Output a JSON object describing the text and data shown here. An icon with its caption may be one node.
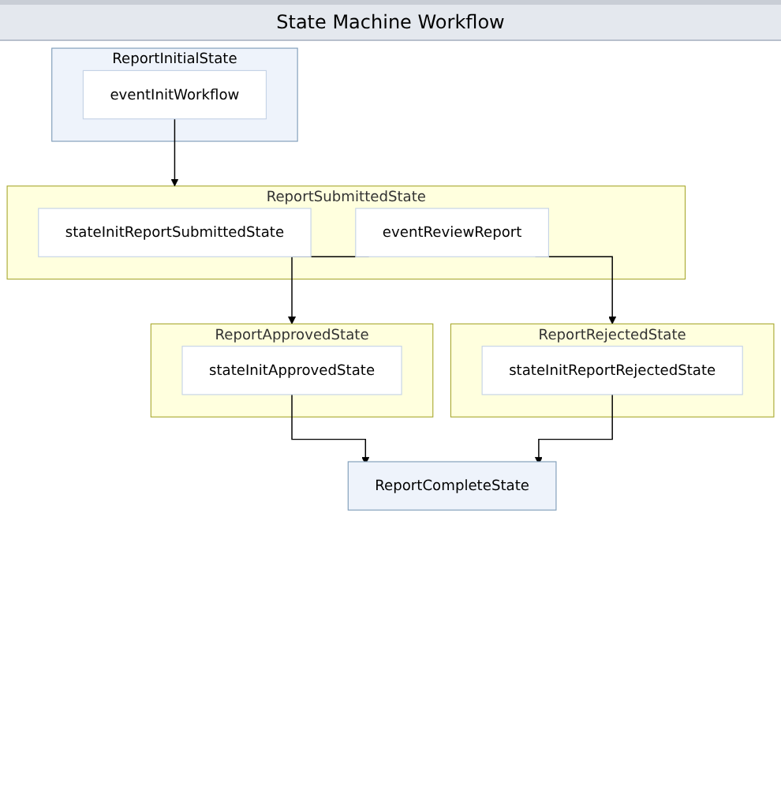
{
  "diagram": {
    "title": "State Machine Workflow",
    "nodes": [
      {
        "text": [
          "ReportInitialState"
        ]
      },
      {
        "text": [
          "eventInitWorkflow"
        ],
        "in": 0
      },
      {
        "text": [
          "ReportSubmittedState"
        ]
      },
      {
        "text": [
          "stateInitReportSubmittedState"
        ],
        "in": 2
      },
      {
        "text": [
          "eventReviewReport"
        ],
        "in": 2
      },
      {
        "text": [
          "ReportApprovedState"
        ]
      },
      {
        "text": [
          "stateInitApprovedState"
        ],
        "in": 5
      },
      {
        "text": [
          "ReportRejectedState"
        ]
      },
      {
        "text": [
          "stateInitReportRejectedState"
        ],
        "in": 7
      },
      {
        "text": [
          "ReportCompleteState"
        ]
      }
    ],
    "edges": [
      {
        "from": 1,
        "to": 2,
        "arrow": "to"
      },
      {
        "from": 4,
        "to": 5,
        "arrow": "to"
      },
      {
        "from": 4,
        "to": 7,
        "arrow": "to"
      },
      {
        "from": 6,
        "to": 9,
        "arrow": "to"
      },
      {
        "from": 8,
        "to": 9,
        "arrow": "to"
      }
    ]
  }
}
